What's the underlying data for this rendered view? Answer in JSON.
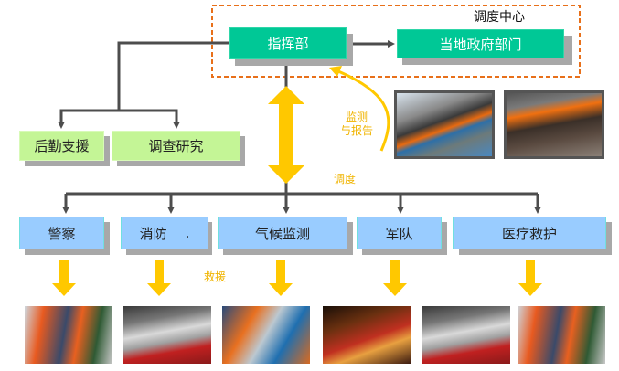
{
  "dispatch_center": {
    "label": "调度中心",
    "command": "指挥部",
    "local_gov": "当地政府部门"
  },
  "support_units": [
    {
      "label": "后勤支援"
    },
    {
      "label": "调查研究"
    }
  ],
  "annotations": {
    "monitor_report_line1": "监测",
    "monitor_report_line2": "与报告",
    "dispatch": "调度",
    "rescue": "救援"
  },
  "response_units": [
    {
      "label": "警察"
    },
    {
      "label": "消防",
      "suffix": "."
    },
    {
      "label": "气候监测"
    },
    {
      "label": "军队"
    },
    {
      "label": "医疗救护"
    }
  ],
  "photos": {
    "incident": [
      {
        "icon": "industrial-fire-photo"
      },
      {
        "icon": "riot-fire-photo"
      }
    ],
    "rescue": [
      {
        "icon": "rescue-workers-photo"
      },
      {
        "icon": "fire-trucks-spraying-photo"
      },
      {
        "icon": "responders-smoke-photo"
      },
      {
        "icon": "ladder-truck-night-photo"
      },
      {
        "icon": "fire-trucks-spraying-photo"
      },
      {
        "icon": "rescue-workers-photo"
      }
    ]
  },
  "colors": {
    "green": "#00c896",
    "lime": "#c4f596",
    "blue": "#99ccff",
    "arrow_yellow": "#ffc800",
    "connector": "#4d4d4d",
    "dashed_border": "#e8701a"
  }
}
